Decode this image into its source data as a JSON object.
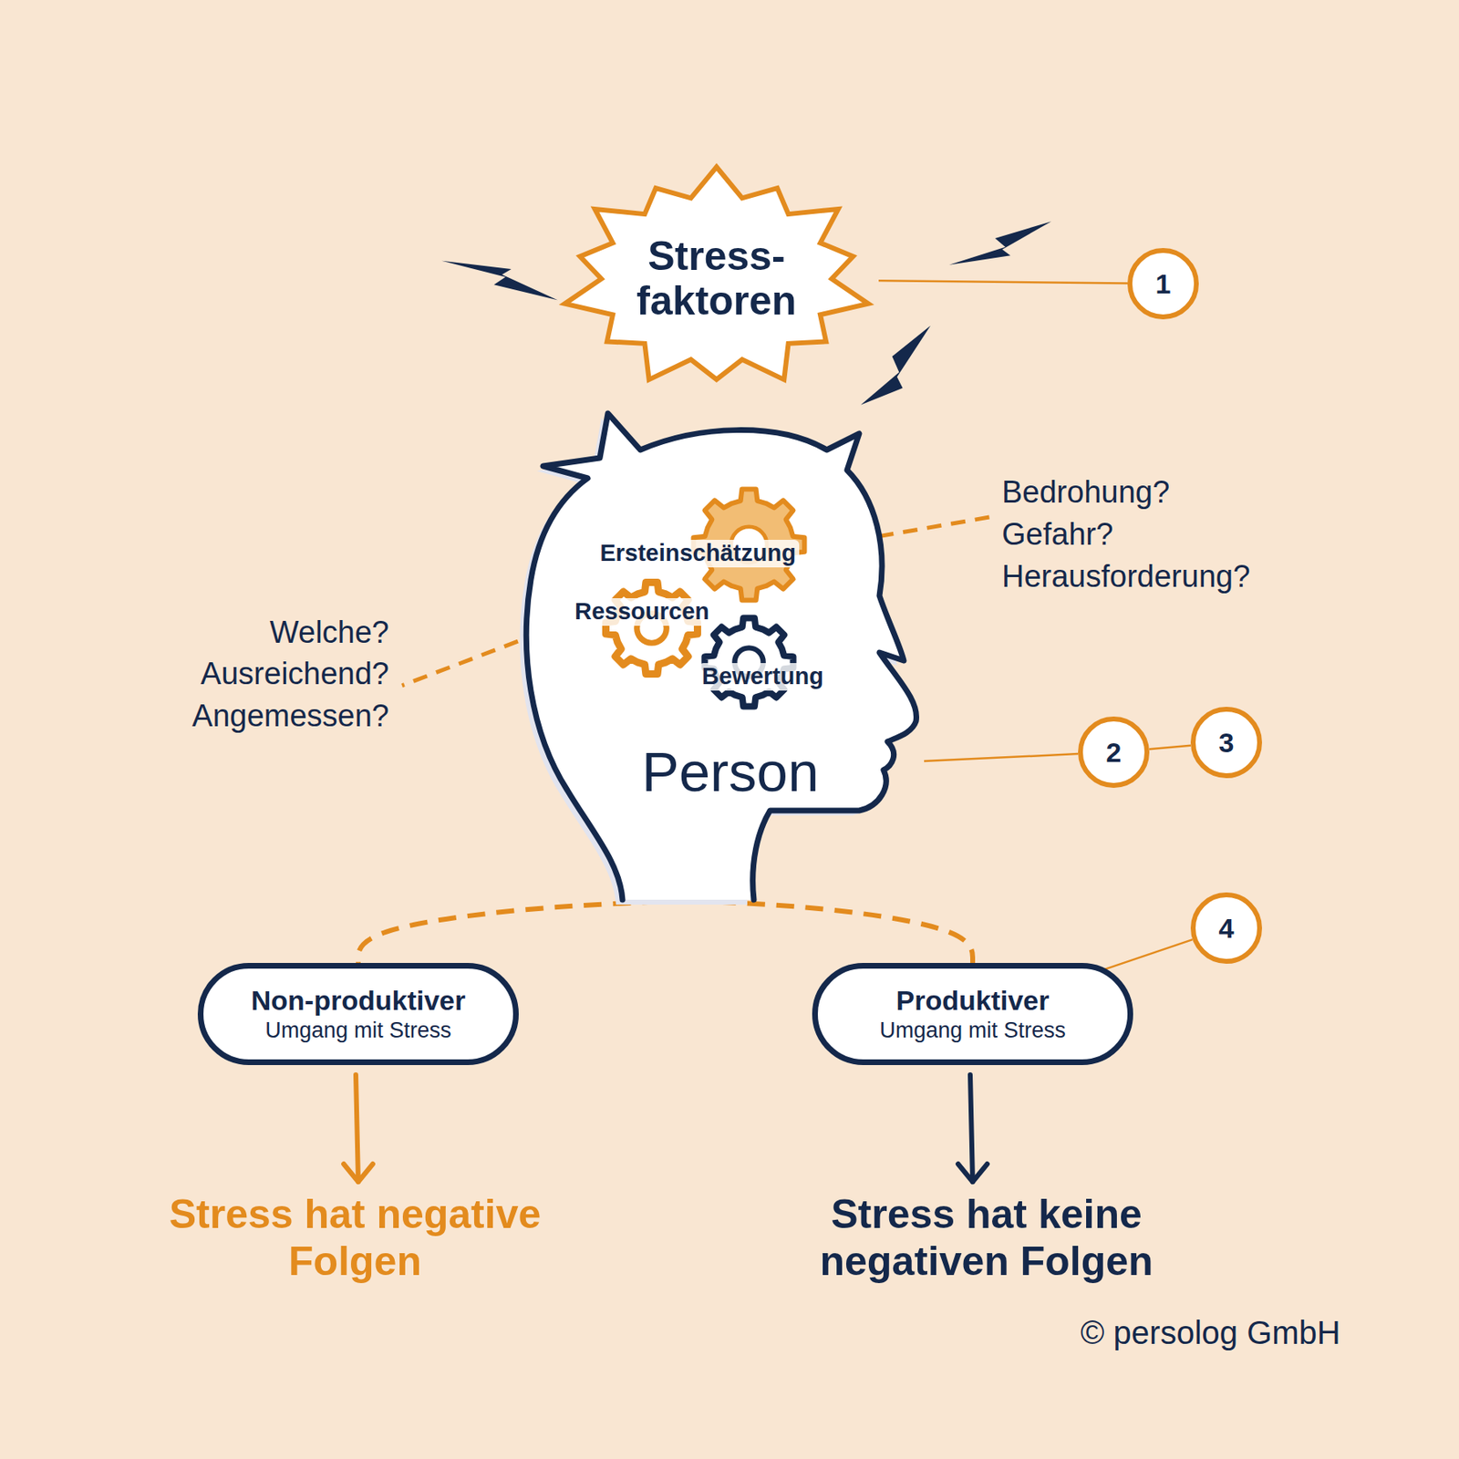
{
  "diagram": {
    "nodes": [
      {
        "text": [
          "Stress- faktoren"
        ]
      },
      {
        "text": [
          "1"
        ]
      },
      {
        "text": [
          "Person"
        ]
      },
      {
        "text": [
          "Ersteinschätzung"
        ],
        "in": 2
      },
      {
        "text": [
          "Ressourcen"
        ],
        "in": 2
      },
      {
        "text": [
          "Bewertung"
        ],
        "in": 2
      },
      {
        "text": [
          "2"
        ]
      },
      {
        "text": [
          "3"
        ]
      },
      {
        "text": [
          "4"
        ]
      },
      {
        "text": [
          "Non-produktiver",
          "Umgang mit Stress"
        ]
      },
      {
        "text": [
          "Produktiver",
          "Umgang mit Stress"
        ]
      }
    ],
    "edges": [
      {
        "from": 0,
        "to": 1,
        "arrow": "none"
      },
      {
        "from": 2,
        "to": 6,
        "arrow": "none"
      },
      {
        "from": 6,
        "to": 7,
        "arrow": "none"
      },
      {
        "from": 10,
        "to": 8,
        "arrow": "none"
      },
      {
        "from": 2,
        "to": 9,
        "arrow": "none"
      },
      {
        "from": 2,
        "to": 10,
        "arrow": "none"
      }
    ],
    "labels": [
      "Bedrohung?",
      "Gefahr?",
      "Herausforderung?",
      "Welche?",
      "Ausreichend?",
      "Angemessen?",
      "Stress hat negative Folgen",
      "Stress hat keine negativen Folgen",
      "© persolog GmbH"
    ]
  }
}
